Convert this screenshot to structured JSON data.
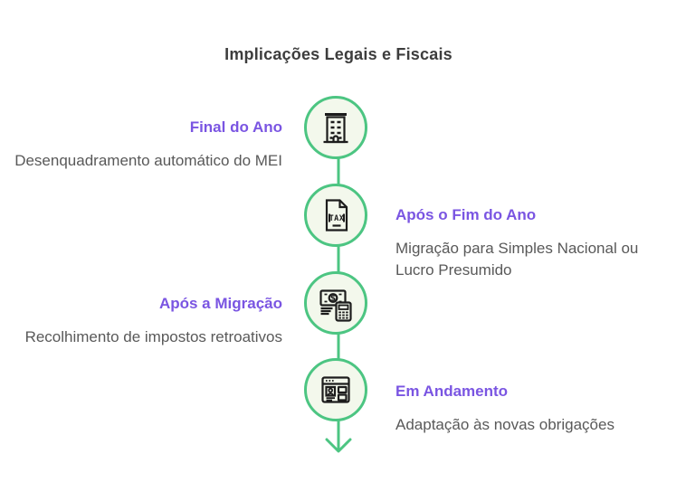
{
  "page": {
    "title": "Implicações Legais e Fiscais"
  },
  "colors": {
    "accent_green": "#4cc582",
    "node_fill": "#f3f8ec",
    "heading_purple": "#7a55e2",
    "body_gray": "#595959",
    "title_gray": "#3d3d3d",
    "icon_stroke": "#1c1c1c",
    "background": "#ffffff"
  },
  "timeline": {
    "direction": "down",
    "tax_label": "TAX",
    "money_symbol": "$",
    "items": [
      {
        "side": "left",
        "icon": "building-icon",
        "heading": "Final do Ano",
        "description": "Desenquadramento automático do MEI"
      },
      {
        "side": "right",
        "icon": "tax-document-icon",
        "heading": "Após o Fim do Ano",
        "description": "Migração para Simples Nacional ou Lucro Presumido"
      },
      {
        "side": "left",
        "icon": "money-calculator-icon",
        "heading": "Após a Migração",
        "description": "Recolhimento de impostos retroativos"
      },
      {
        "side": "right",
        "icon": "browser-profile-icon",
        "heading": "Em Andamento",
        "description": "Adaptação às novas obrigações"
      }
    ]
  }
}
